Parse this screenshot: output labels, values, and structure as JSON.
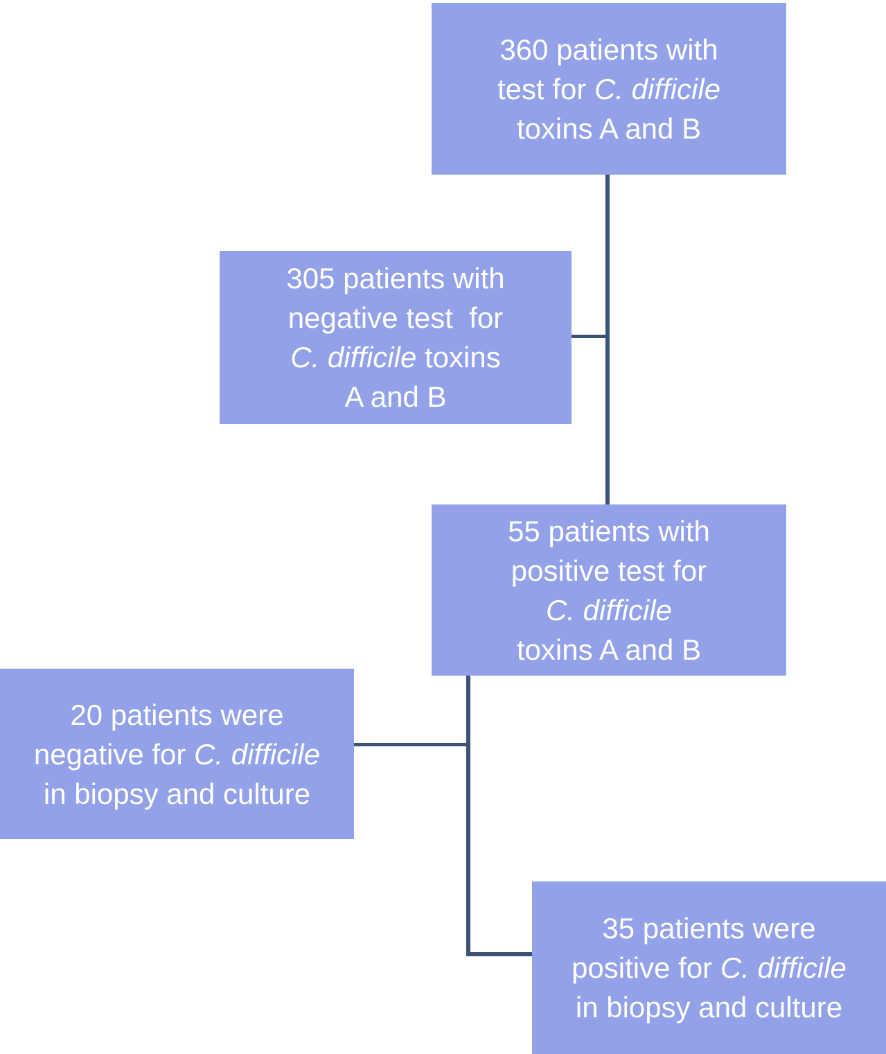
{
  "figure": {
    "type": "patient-flow-diagram",
    "background": "#ffffff",
    "box_fill": "#93a1e9",
    "line_color": "#3d5277",
    "text_color": "#ffffff"
  },
  "boxes": [
    {
      "name": "total-tested",
      "value": 360,
      "full_text": "360 patients with test for C. difficile toxins A and B",
      "lines": [
        [
          {
            "text": "360 patients with"
          }
        ],
        [
          {
            "text": "test for "
          },
          {
            "text": "C. difficile",
            "italic": true
          }
        ],
        [
          {
            "text": "toxins A and B"
          }
        ]
      ]
    },
    {
      "name": "negative-test",
      "value": 305,
      "full_text": "305 patients with negative test  for C. difficile toxins A and B",
      "lines": [
        [
          {
            "text": "305 patients with"
          }
        ],
        [
          {
            "text": "negative test  for"
          }
        ],
        [
          {
            "text": "C. difficile",
            "italic": true
          },
          {
            "text": " toxins"
          }
        ],
        [
          {
            "text": "A and B"
          }
        ]
      ]
    },
    {
      "name": "positive-test",
      "value": 55,
      "full_text": "55 patients with positive test for C. difficile toxins A and B",
      "lines": [
        [
          {
            "text": "55 patients with"
          }
        ],
        [
          {
            "text": "positive test for"
          }
        ],
        [
          {
            "text": "C. difficile",
            "italic": true
          }
        ],
        [
          {
            "text": "toxins A and B"
          }
        ]
      ]
    },
    {
      "name": "negative-biopsy-culture",
      "value": 20,
      "full_text": "20 patients were negative for C. difficile in biopsy and culture",
      "lines": [
        [
          {
            "text": "20 patients were"
          }
        ],
        [
          {
            "text": "negative for "
          },
          {
            "text": "C. difficile",
            "italic": true
          }
        ],
        [
          {
            "text": "in biopsy and culture"
          }
        ]
      ]
    },
    {
      "name": "positive-biopsy-culture",
      "value": 35,
      "full_text": "35 patients were positive for C. difficile in biopsy and culture",
      "lines": [
        [
          {
            "text": "35 patients were"
          }
        ],
        [
          {
            "text": "positive for "
          },
          {
            "text": "C. difficile",
            "italic": true
          }
        ],
        [
          {
            "text": "in biopsy and culture"
          }
        ]
      ]
    }
  ],
  "flow": [
    {
      "from": "total-tested",
      "to": "negative-test"
    },
    {
      "from": "total-tested",
      "to": "positive-test"
    },
    {
      "from": "positive-test",
      "to": "negative-biopsy-culture"
    },
    {
      "from": "positive-test",
      "to": "positive-biopsy-culture"
    }
  ]
}
